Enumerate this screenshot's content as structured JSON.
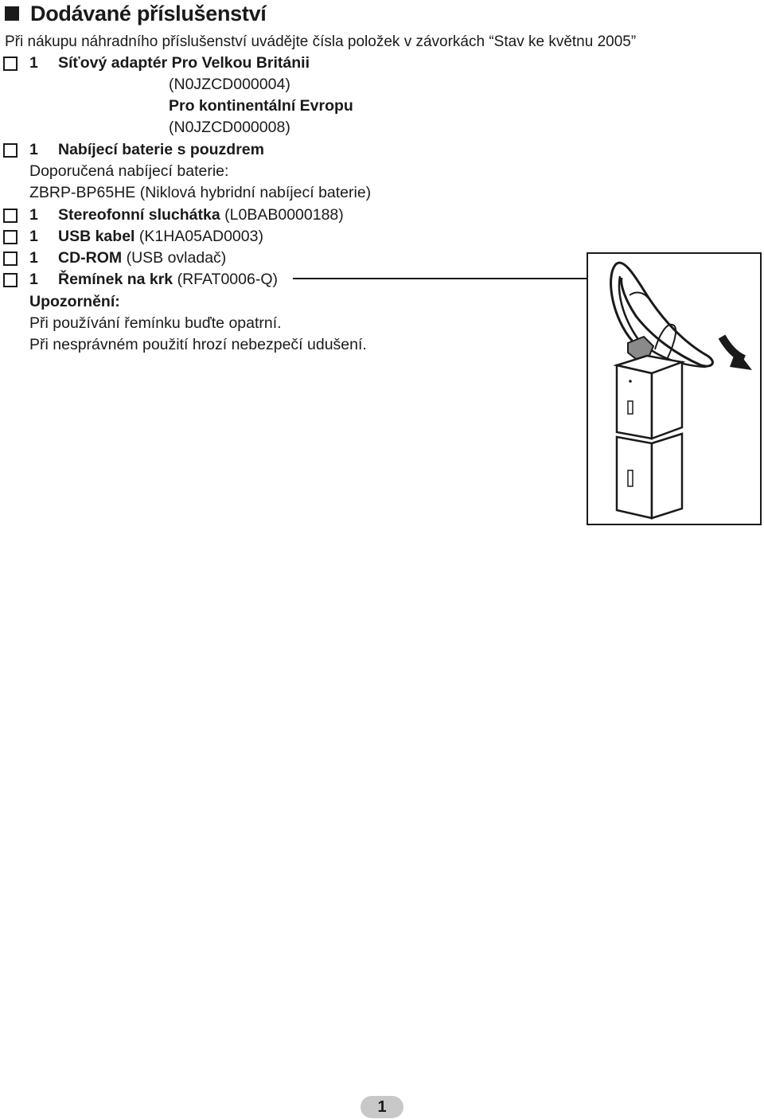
{
  "heading": {
    "title": "Dodávané příslušenství"
  },
  "intro": "Při nákupu náhradního příslušenství uvádějte čísla položek v závorkách “Stav ke květnu 2005”",
  "items": [
    {
      "qty": "1",
      "name": "Síťový adaptér Pro Velkou Británii",
      "code": ""
    },
    {
      "qty": "1",
      "name": "Nabíjecí baterie s pouzdrem",
      "code": ""
    },
    {
      "qty": "1",
      "name": "Stereofonní sluchátka",
      "code": "(L0BAB0000188)"
    },
    {
      "qty": "1",
      "name": "USB kabel",
      "code": "(K1HA05AD0003)"
    },
    {
      "qty": "1",
      "name": "CD-ROM",
      "code": "(USB ovladač)"
    },
    {
      "qty": "1",
      "name": "Řemínek na krk",
      "code": "(RFAT0006-Q)"
    }
  ],
  "adapter_sub": {
    "code_uk": "(N0JZCD000004)",
    "continental": "Pro kontinentální Evropu",
    "code_eu": "(N0JZCD000008)"
  },
  "battery_sub": {
    "recommended": "Doporučená nabíjecí baterie:",
    "model": "ZBRP-BP65HE (Niklová hybridní nabíjecí baterie)"
  },
  "warning": {
    "heading": "Upozornění:",
    "line1": "Při používání řemínku buďte opatrní.",
    "line2": "Při nesprávném použití hrozí nebezpečí udušení."
  },
  "page_number": "1"
}
